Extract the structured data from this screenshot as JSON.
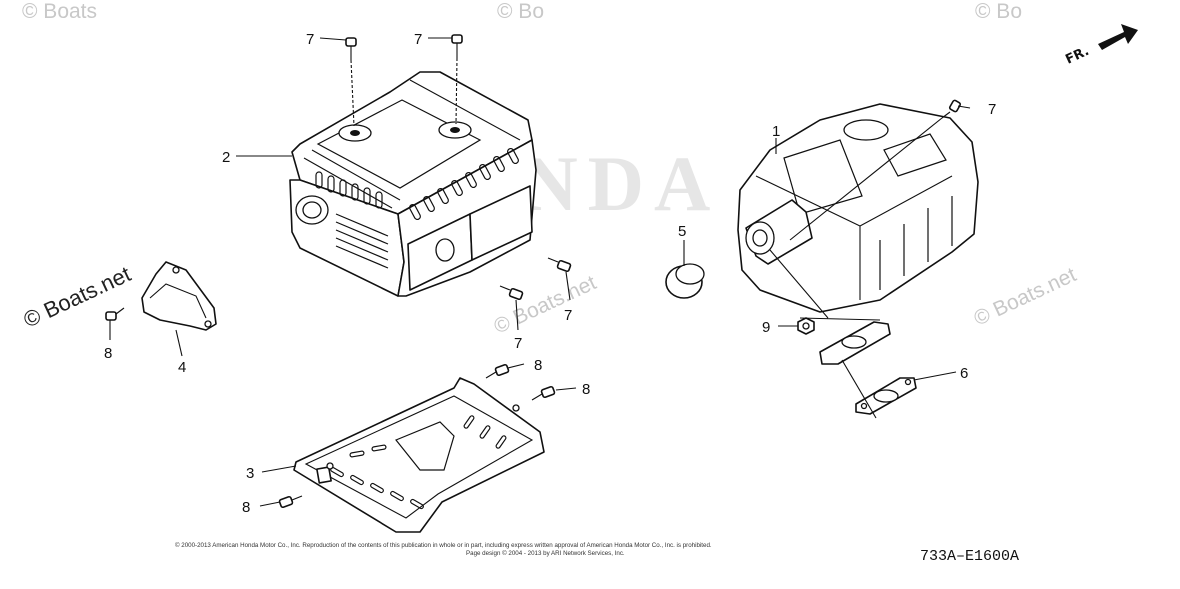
{
  "diagram": {
    "callouts": {
      "c1": "1",
      "c2": "2",
      "c3": "3",
      "c4": "4",
      "c5": "5",
      "c6": "6",
      "c7a": "7",
      "c7b": "7",
      "c7c": "7",
      "c7d": "7",
      "c7e": "7",
      "c8a": "8",
      "c8b": "8",
      "c8c": "8",
      "c8d": "8",
      "c9": "9"
    },
    "direction_label": "FR.",
    "watermark_text": "© Boats.net",
    "brand_watermark": "HONDA",
    "copyright_line1": "© 2000-2013 American Honda Motor Co., Inc. Reproduction of the contents of this publication in whole or in part, including express written approval of American Honda Motor Co., Inc. is prohibited.",
    "copyright_line2": "Page design © 2004 - 2013 by ARI Network Services, Inc.",
    "diagram_code": "733A–E1600A"
  }
}
